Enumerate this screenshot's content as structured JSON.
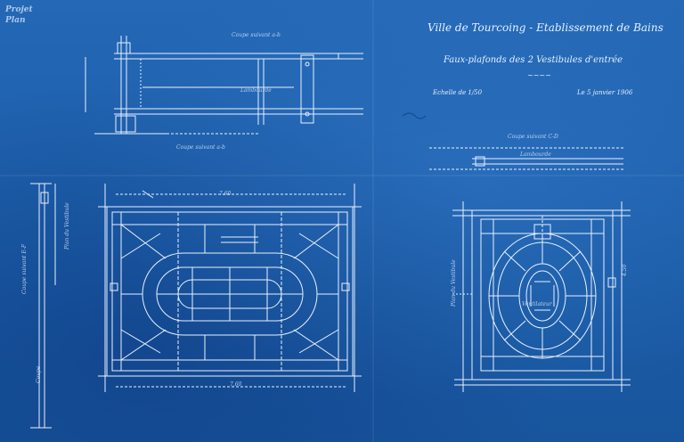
{
  "stamp": {
    "line1": "Projet",
    "line2": "Plan",
    "line3": ""
  },
  "title": {
    "main": "Ville de Tourcoing - Etablissement de Bains",
    "sub": "Faux-plafonds des 2 Vestibules d'entrée",
    "flourish": "~~~~"
  },
  "meta": {
    "scale": "Echelle de 1/50",
    "date": "Le 5 janvier 1906"
  },
  "labels": {
    "top_section": "Coupe suivant a-b",
    "top_dim": "Lambourde",
    "top_under": "Coupe suivant a-b",
    "right_section": "Coupe suivant C-D",
    "right_dims": "Lambourde",
    "left_vertical": "Coupe suivant E-F",
    "left_plan_note": "Plan du Vestibule",
    "left_bottom": "Coupe",
    "right_plan_note": "Plan du Vestibule",
    "right_center": "Ventilateur",
    "left_dim_top": "7.60",
    "left_dim_bottom": "7.60",
    "right_dim_side": "4.50"
  },
  "colors": {
    "paper": "#1f63b0",
    "ink": "#e8f1ff"
  }
}
